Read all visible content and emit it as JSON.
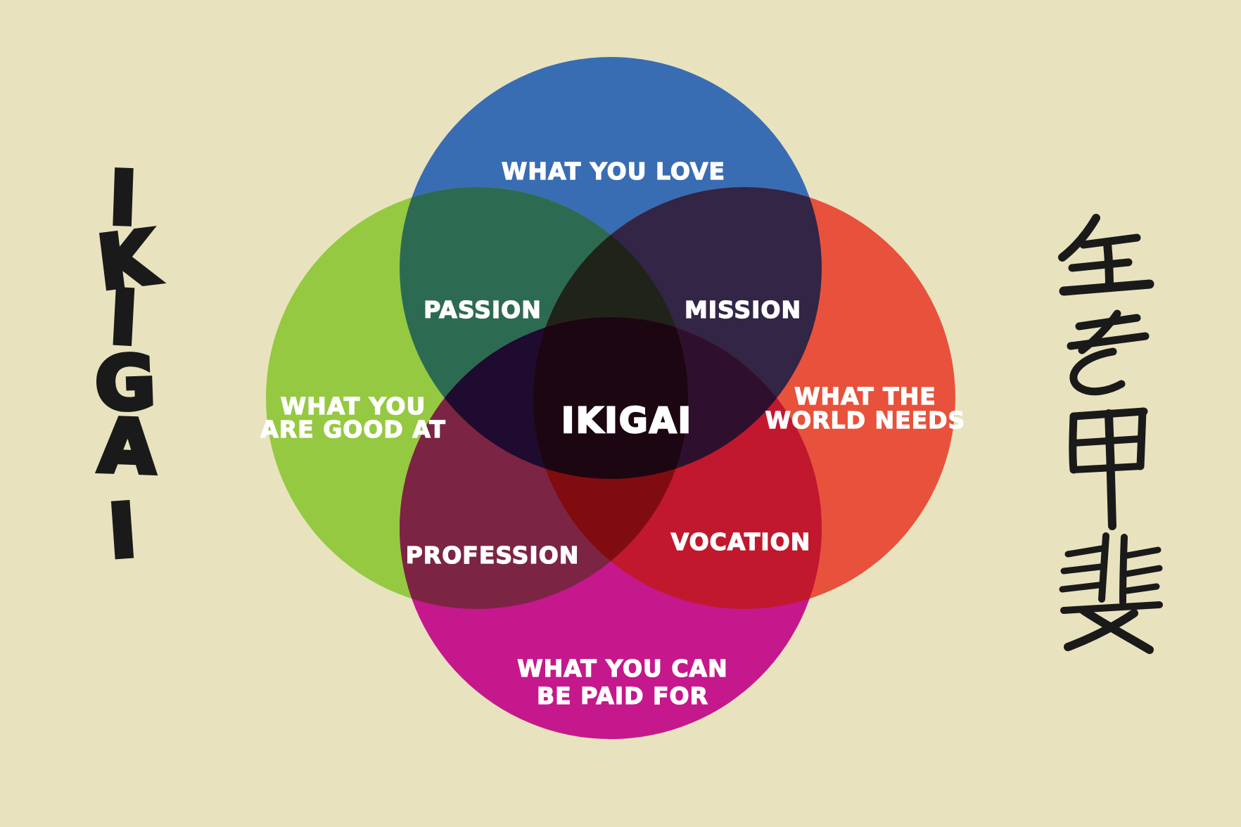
{
  "background_color": "#E8E3BE",
  "ink_color": "#1A1A1A",
  "label_color": "#FFFFFF",
  "wordmark": {
    "letters": [
      "I",
      "K",
      "I",
      "G",
      "A",
      "I"
    ],
    "kanji": "生き甲斐"
  },
  "circles": {
    "love": {
      "label": "WHAT YOU LOVE",
      "color": "#396DB3"
    },
    "good_at": {
      "line1": "WHAT YOU",
      "line2": "ARE GOOD AT",
      "color": "#95C941"
    },
    "needs": {
      "line1": "WHAT THE",
      "line2": "WORLD NEEDS",
      "color": "#E8513B"
    },
    "paid": {
      "line1": "WHAT YOU CAN",
      "line2": "BE PAID FOR",
      "color": "#C5188C"
    }
  },
  "overlaps": {
    "passion": {
      "label": "PASSION",
      "color": "#2C6B52"
    },
    "mission": {
      "label": "MISSION",
      "color": "#322546"
    },
    "profession": {
      "label": "PROFESSION",
      "color": "#7C2444"
    },
    "vocation": {
      "label": "VOCATION",
      "color": "#C1182E"
    },
    "love_good_needs": {
      "color": "#20231A"
    },
    "love_good_paid": {
      "color": "#1E0B2F"
    },
    "love_needs_paid": {
      "color": "#2E102E"
    },
    "good_needs_paid": {
      "color": "#810C10"
    },
    "center": {
      "label": "IKIGAI",
      "color": "#1B0611"
    }
  }
}
